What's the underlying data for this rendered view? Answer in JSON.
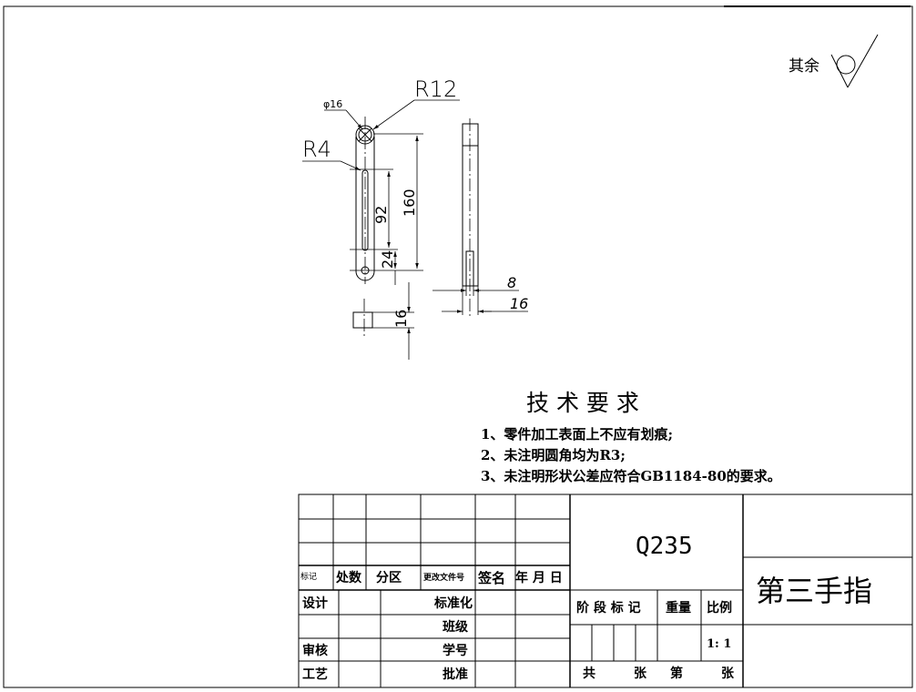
{
  "dimensions": {
    "phi16": "φ16",
    "r12": "R12",
    "r4": "R4",
    "d92": "92",
    "d160": "160",
    "d24": "24",
    "d8": "8",
    "d16_side": "16",
    "d16_bottom": "16"
  },
  "surface_finish": {
    "label": "其余"
  },
  "tech_requirements": {
    "title": "技 术 要 求",
    "items": [
      "1、零件加工表面上不应有划痕;",
      "2、未注明圆角均为R3;",
      "3、未注明形状公差应符合GB1184-80的要求。"
    ]
  },
  "title_block": {
    "material": "Q235",
    "part_name": "第三手指",
    "rev_header": {
      "mark": "标记",
      "count": "处数",
      "zone": "分区",
      "doc_no": "更改文件号",
      "sign": "签名",
      "date": "年 月 日"
    },
    "roles": {
      "design": "设计",
      "standardize": "标准化",
      "class": "班级",
      "review": "审核",
      "student_no": "学号",
      "process": "工艺",
      "approve": "批准"
    },
    "stage_mark": "阶 段 标 记",
    "weight": "重量",
    "scale_label": "比例",
    "scale_value": "1: 1",
    "total_prefix": "共",
    "sheets_word1": "张",
    "sheet_prefix": "第",
    "sheets_word2": "张"
  },
  "colors": {
    "line": "#000000",
    "background": "#ffffff"
  }
}
